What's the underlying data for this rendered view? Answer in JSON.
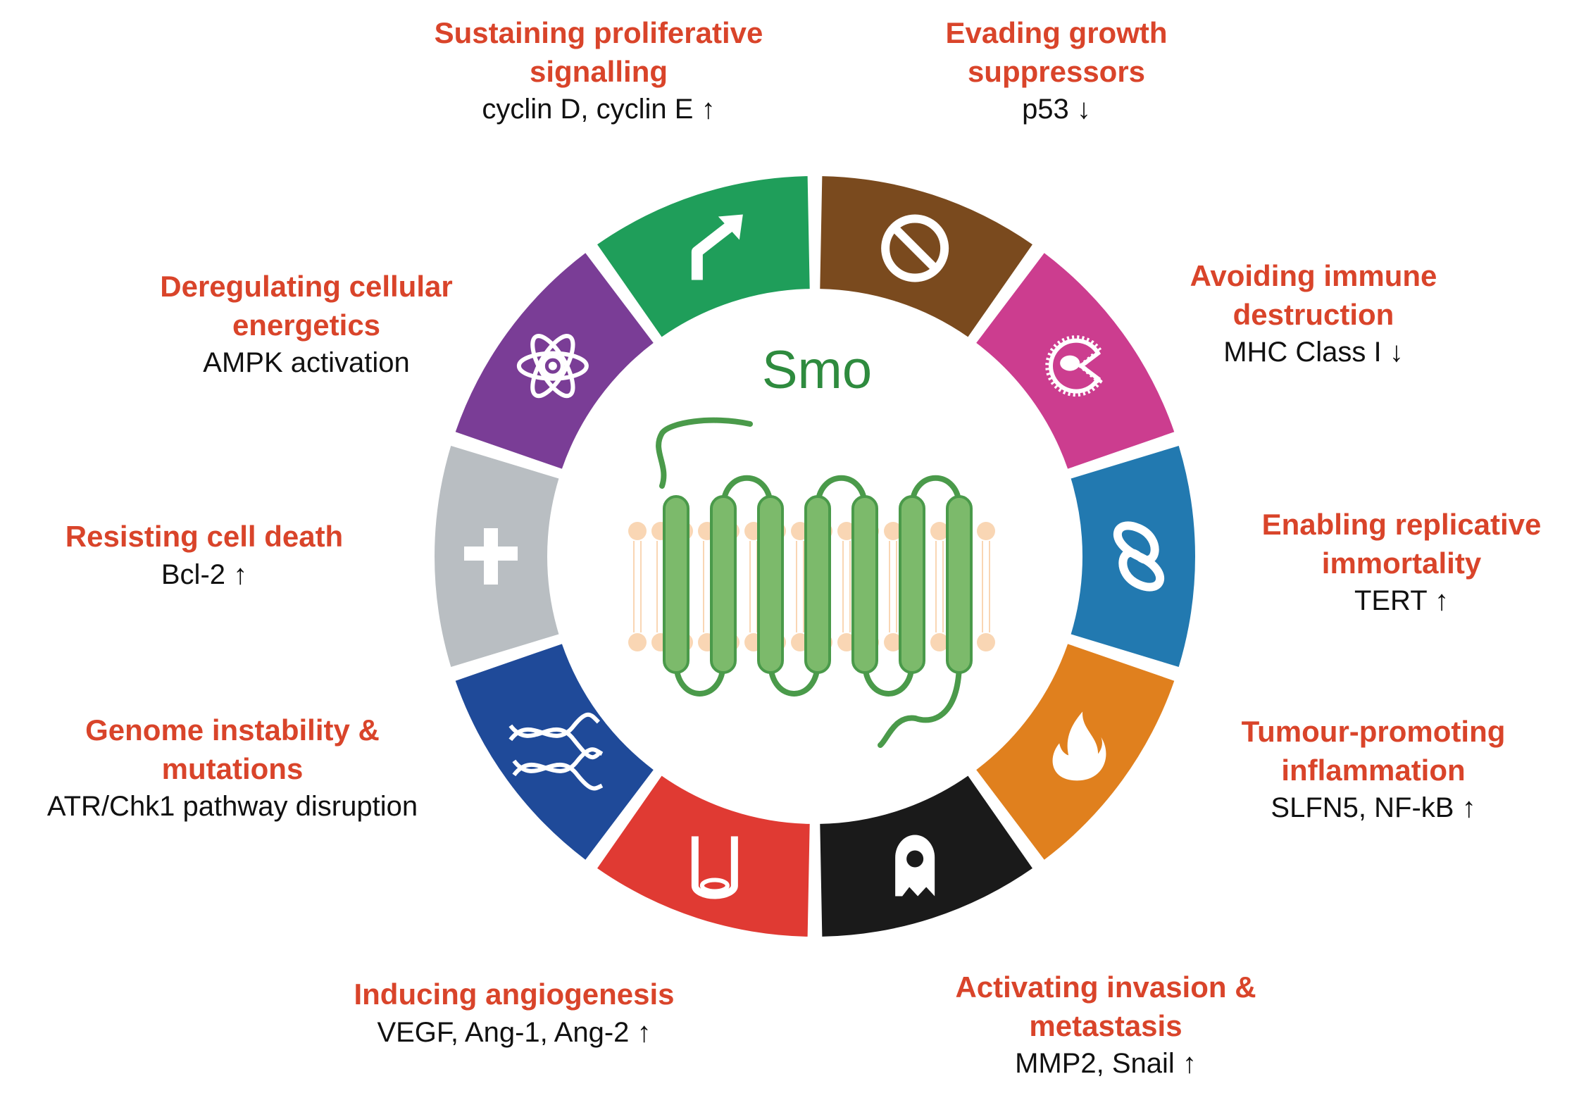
{
  "center": {
    "title": "Smo"
  },
  "colors": {
    "title": "#d9442a",
    "protein": "#7cba6b",
    "protein_stroke": "#4a9a4a",
    "membrane": "#f9d6b4"
  },
  "hallmarks": [
    {
      "id": "proliferative",
      "title_lines": [
        "Sustaining proliferative",
        "signalling"
      ],
      "marker": "cyclin D, cyclin E ↑",
      "color": "#1f9e5a",
      "icon": "arrow-icon"
    },
    {
      "id": "growth-suppressors",
      "title_lines": [
        "Evading growth",
        "suppressors"
      ],
      "marker": "p53 ↓",
      "color": "#7a4a1e",
      "icon": "prohibition-icon"
    },
    {
      "id": "immune",
      "title_lines": [
        "Avoiding immune",
        "destruction"
      ],
      "marker": "MHC Class I ↓",
      "color": "#cc3d8f",
      "icon": "pacman-cell-icon"
    },
    {
      "id": "immortality",
      "title_lines": [
        "Enabling replicative",
        "immortality"
      ],
      "marker": "TERT ↑",
      "color": "#2279b0",
      "icon": "infinity-icon"
    },
    {
      "id": "inflammation",
      "title_lines": [
        "Tumour-promoting",
        "inflammation"
      ],
      "marker": "SLFN5, NF-kB ↑",
      "color": "#e0801e",
      "icon": "flame-icon"
    },
    {
      "id": "invasion",
      "title_lines": [
        "Activating invasion &",
        "metastasis"
      ],
      "marker": "MMP2, Snail ↑",
      "color": "#1a1a1a",
      "icon": "ghost-cell-icon"
    },
    {
      "id": "angiogenesis",
      "title_lines": [
        "Inducing angiogenesis"
      ],
      "marker": "VEGF, Ang-1, Ang-2 ↑",
      "color": "#e03a33",
      "icon": "vessel-icon"
    },
    {
      "id": "genome",
      "title_lines": [
        "Genome instability &",
        "mutations"
      ],
      "marker": "ATR/Chk1 pathway disruption",
      "color": "#1f4a99",
      "icon": "dna-icon"
    },
    {
      "id": "cell-death",
      "title_lines": [
        "Resisting cell death"
      ],
      "marker": "Bcl-2 ↑",
      "color": "#b9bec2",
      "icon": "cross-icon"
    },
    {
      "id": "energetics",
      "title_lines": [
        "Deregulating cellular",
        "energetics"
      ],
      "marker": "AMPK activation",
      "color": "#7a3d96",
      "icon": "atom-icon"
    }
  ]
}
